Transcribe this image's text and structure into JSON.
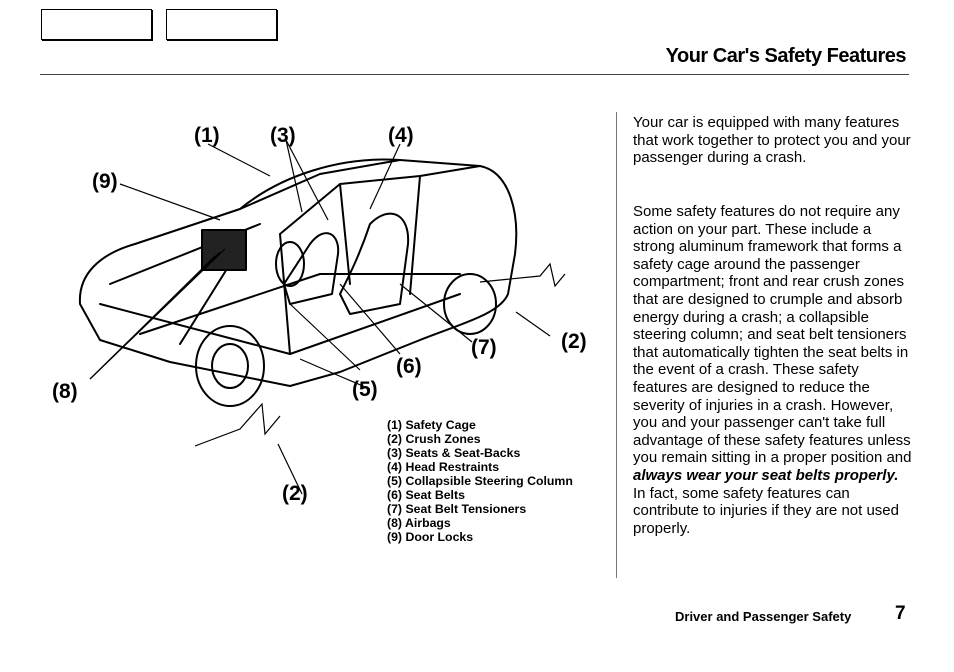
{
  "header": {
    "title": "Your Car's Safety Features"
  },
  "figure": {
    "callouts": {
      "c1": "(1)",
      "c2a": "(2)",
      "c2b": "(2)",
      "c3": "(3)",
      "c4": "(4)",
      "c5": "(5)",
      "c6": "(6)",
      "c7": "(7)",
      "c8": "(8)",
      "c9": "(9)"
    },
    "legend": [
      "(1) Safety Cage",
      "(2) Crush Zones",
      "(3) Seats & Seat-Backs",
      "(4) Head Restraints",
      "(5) Collapsible Steering Column",
      "(6) Seat Belts",
      "(7) Seat Belt Tensioners",
      "(8) Airbags",
      "(9) Door Locks"
    ]
  },
  "body": {
    "para1": "Your car is equipped with many features that work together to protect you and your passenger during a crash.",
    "para2_main": "Some safety features do not require any action on your part. These include a strong aluminum framework that forms a safety cage around the passenger compartment; front and rear crush zones that are designed to crumple and absorb energy during a crash; a collapsible steering column; and seat belt tensioners that automatically tighten the seat belts in the event of a crash. These safety features are designed to reduce the severity of injuries in a crash. However, you and your passenger can't take full advantage of these safety features unless you remain sitting in a proper position and",
    "para2_emphasis": "always wear your seat belts properly.",
    "para2_end": "In fact, some safety features can contribute to injuries if they are not used properly."
  },
  "footer": {
    "section": "Driver and Passenger Safety",
    "page": "7"
  }
}
